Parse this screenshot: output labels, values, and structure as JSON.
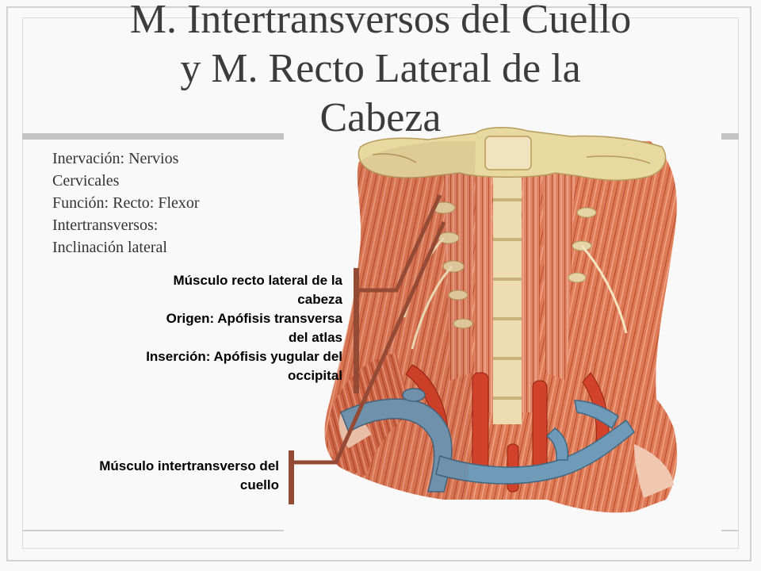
{
  "slide": {
    "title_line1": "M. Intertransversos del Cuello",
    "title_line2": "y M. Recto Lateral de la",
    "title_line3": "Cabeza",
    "info": {
      "line1": "Inervación: Nervios",
      "line2": "Cervicales",
      "line3": "Función: Recto: Flexor",
      "line4": "Intertransversos:",
      "line5": "Inclinación lateral"
    },
    "label_recto": {
      "line1": "Músculo recto lateral de la",
      "line2": "cabeza",
      "line3": "Origen: Apófisis transversa",
      "line4": "del atlas",
      "line5": "Inserción: Apófisis yugular del",
      "line6": "occipital"
    },
    "label_intertransverso": {
      "line1": "Músculo intertransverso del",
      "line2": "cuello"
    }
  },
  "colors": {
    "title": "#3c3c3c",
    "leader_line": "#944a35",
    "muscle": "#d9714c",
    "bone": "#e8d9a0",
    "vein": "#6f9bb8",
    "artery": "#d2412a"
  },
  "icons": {
    "illustration": "neck-anatomy-illustration"
  }
}
